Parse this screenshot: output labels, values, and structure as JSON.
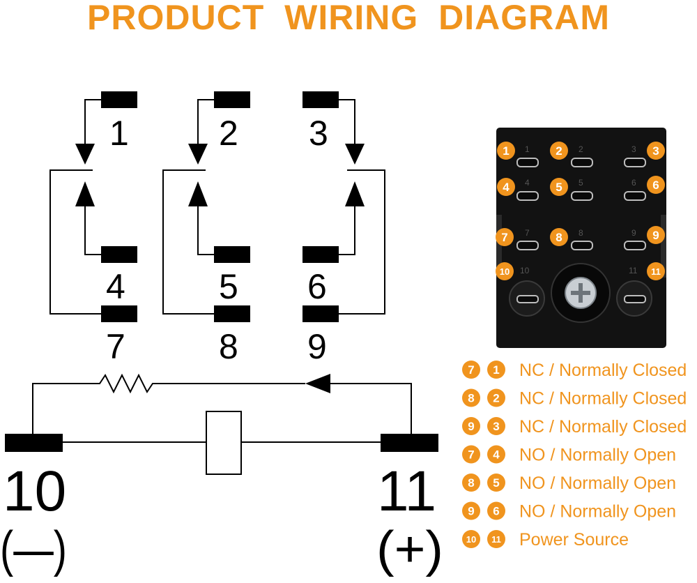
{
  "title": "PRODUCT WIRING DIAGRAM",
  "colors": {
    "accent": "#F0941E",
    "line": "#000000",
    "socket": "#121212"
  },
  "pins": {
    "p1": "1",
    "p2": "2",
    "p3": "3",
    "p4": "4",
    "p5": "5",
    "p6": "6",
    "p7": "7",
    "p8": "8",
    "p9": "9",
    "p10": "10",
    "p11": "11"
  },
  "polarity": {
    "negative": "(—)",
    "positive": "(+)"
  },
  "socket_labels": {
    "s1": "1",
    "s2": "2",
    "s3": "3",
    "s4": "4",
    "s5": "5",
    "s6": "6",
    "s7": "7",
    "s8": "8",
    "s9": "9",
    "s10": "10",
    "s11": "11"
  },
  "badges": {
    "b1": "1",
    "b2": "2",
    "b3": "3",
    "b4": "4",
    "b5": "5",
    "b6": "6",
    "b7": "7",
    "b8": "8",
    "b9": "9",
    "b10": "10",
    "b11": "11"
  },
  "legend": [
    {
      "a": "7",
      "b": "1",
      "text": "NC / Normally Closed"
    },
    {
      "a": "8",
      "b": "2",
      "text": "NC / Normally Closed"
    },
    {
      "a": "9",
      "b": "3",
      "text": "NC / Normally Closed"
    },
    {
      "a": "7",
      "b": "4",
      "text": "NO / Normally Open"
    },
    {
      "a": "8",
      "b": "5",
      "text": "NO / Normally Open"
    },
    {
      "a": "9",
      "b": "6",
      "text": "NO / Normally Open"
    },
    {
      "a": "10",
      "b": "11",
      "text": "Power Source"
    }
  ]
}
